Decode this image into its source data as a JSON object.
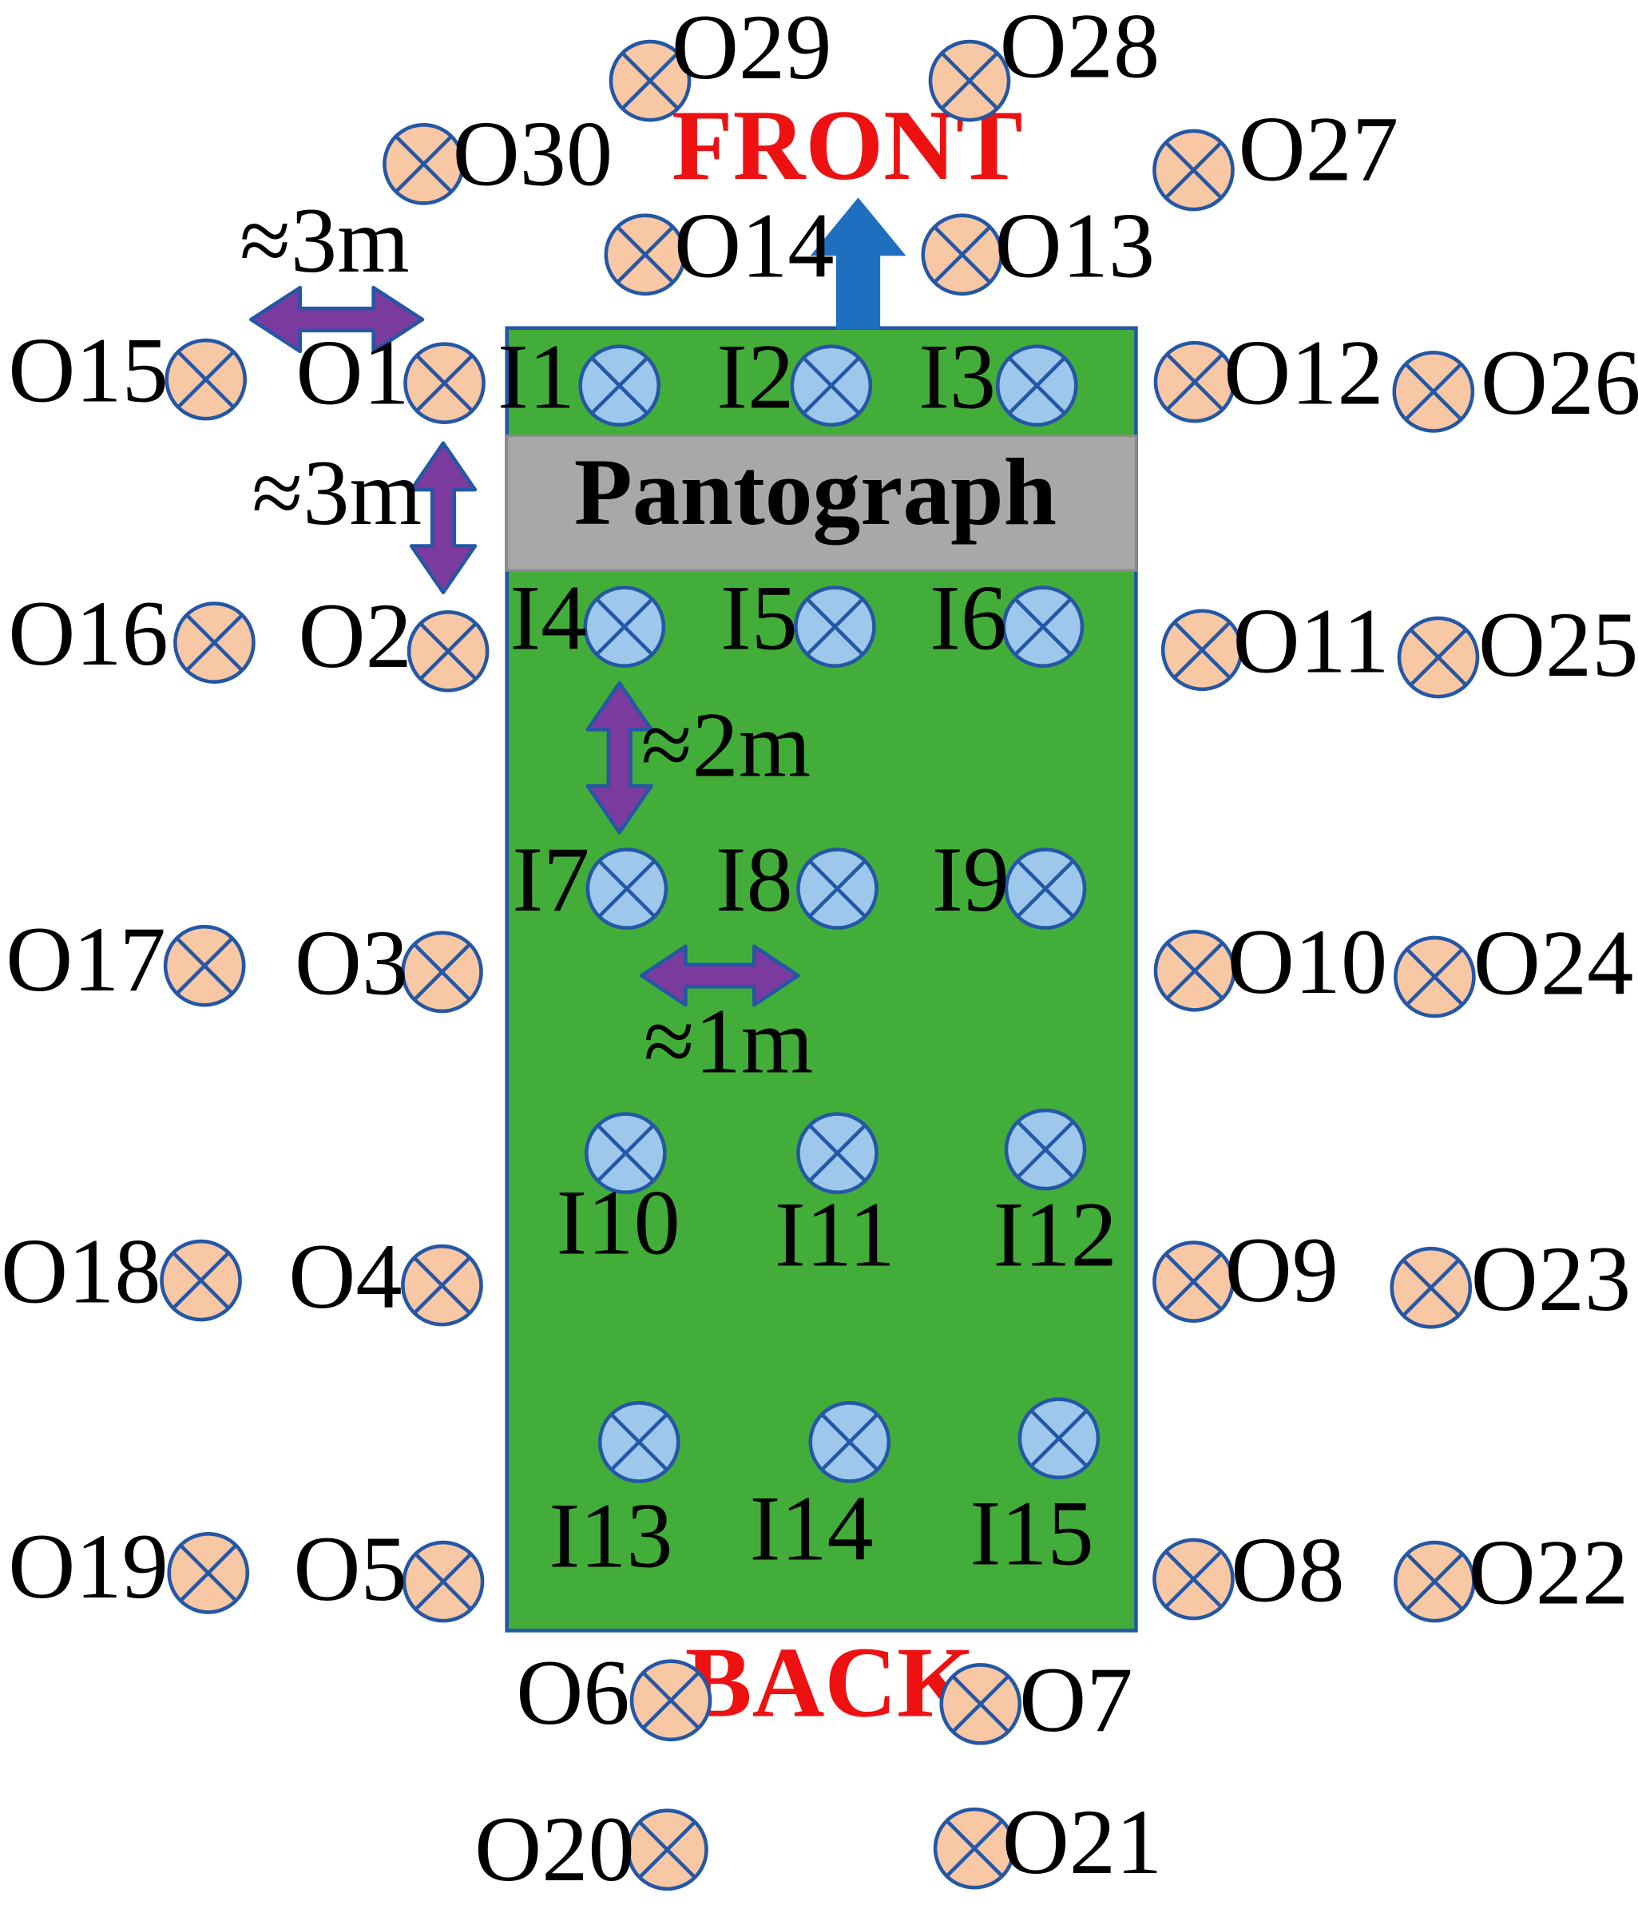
{
  "directions": {
    "front": "FRONT",
    "back": "BACK"
  },
  "pantograph": {
    "label": "Pantograph"
  },
  "dimensions": {
    "outer_horizontal": "≈3m",
    "outer_vertical": "≈3m",
    "inner_vertical": "≈2m",
    "inner_horizontal": "≈1m"
  },
  "colors": {
    "roof": "#43ad3a",
    "roof_border": "#2457a5",
    "inner_sensor_fill": "#9dc8ec",
    "outer_sensor_fill": "#f8c7a3",
    "sensor_stroke": "#2457a5",
    "dimension_arrow": "#7b3a9e",
    "dimension_arrow_border": "#2457a5",
    "front_arrow": "#1f6fc1",
    "pantograph": "#a8a8a8",
    "direction_text": "#ee1111"
  },
  "sensor_icon": "cross-circle-icon",
  "inner_sensors": [
    "I1",
    "I2",
    "I3",
    "I4",
    "I5",
    "I6",
    "I7",
    "I8",
    "I9",
    "I10",
    "I11",
    "I12",
    "I13",
    "I14",
    "I15"
  ],
  "outer_sensors": [
    "O1",
    "O2",
    "O3",
    "O4",
    "O5",
    "O6",
    "O7",
    "O8",
    "O9",
    "O10",
    "O11",
    "O12",
    "O13",
    "O14",
    "O15",
    "O16",
    "O17",
    "O18",
    "O19",
    "O20",
    "O21",
    "O22",
    "O23",
    "O24",
    "O25",
    "O26",
    "O27",
    "O28",
    "O29",
    "O30"
  ]
}
